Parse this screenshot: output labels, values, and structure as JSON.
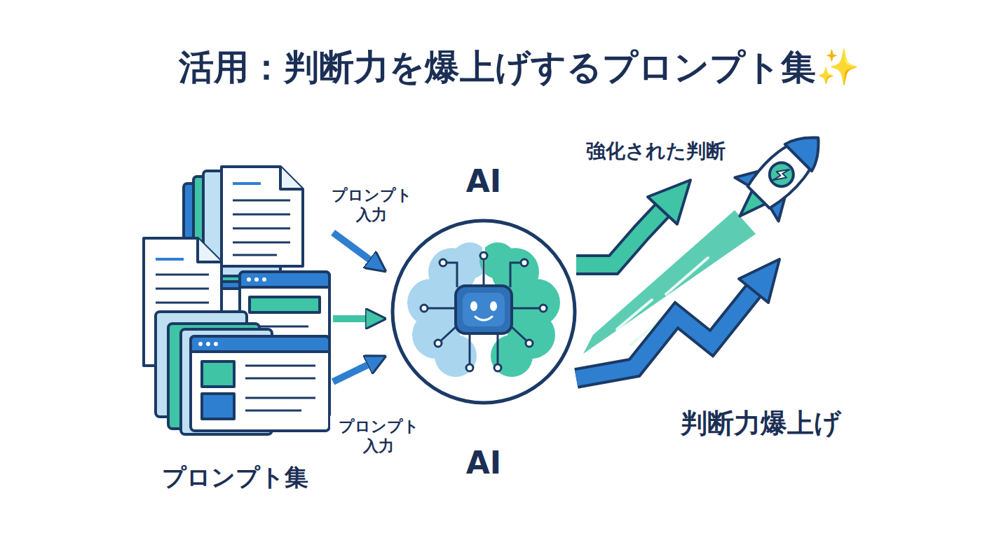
{
  "diagram": {
    "title": "活用：判断力を爆上げするプロンプト集✨",
    "nodes": [
      {
        "text": [
          "プロンプト集"
        ]
      },
      {
        "text": [
          "AI",
          "AI"
        ]
      }
    ],
    "edges": [
      {
        "from": 0,
        "to": 1,
        "arrow": "to",
        "label": "プロンプト 入力"
      },
      {
        "from": 0,
        "to": 1,
        "arrow": "to"
      },
      {
        "from": 0,
        "to": 1,
        "arrow": "to",
        "label": "プロンプト 入力"
      }
    ],
    "labels": [
      "強化された判断",
      "判断力爆上げ"
    ]
  }
}
